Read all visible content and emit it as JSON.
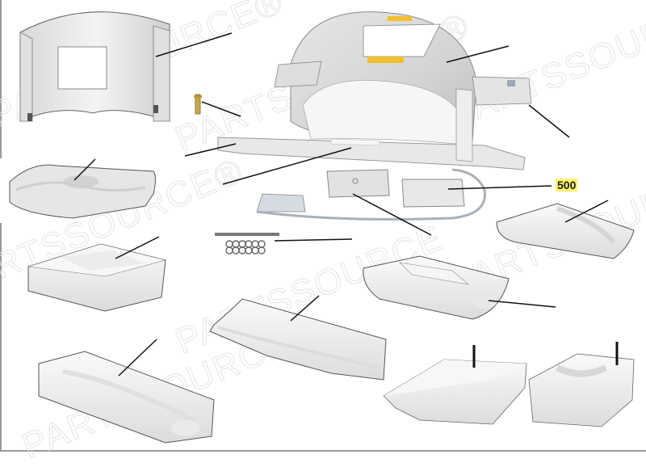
{
  "diagram": {
    "type": "exploded-parts-diagram",
    "subject": "MRI head coil assembly with positioning pads",
    "callout": {
      "label": "500",
      "highlight_color": "#fff36b"
    },
    "watermark": {
      "text": "PARTSSOURCE",
      "registered_mark": "®",
      "color": "#e4e4e4"
    },
    "colors": {
      "part_fill": "#eeeeee",
      "part_shadow": "#cfcfcf",
      "part_outline": "#555555",
      "leader_line": "#111111",
      "frame": "#9a9a9a",
      "warning_label": "#f0c030",
      "cable": "#a9b0b8",
      "pin": "#c8a848"
    },
    "parts": [
      {
        "id": "anterior-coil-shell",
        "description": "Curved anterior coil cover with window"
      },
      {
        "id": "coil-housing",
        "description": "Main head coil housing with window and warning labels"
      },
      {
        "id": "locking-pin",
        "description": "Brass locking pin"
      },
      {
        "id": "base-tray",
        "description": "Coil base tray with side rails"
      },
      {
        "id": "connector-end",
        "description": "Base connector end"
      },
      {
        "id": "side-rail",
        "description": "Base side rail"
      },
      {
        "id": "head-pillow",
        "description": "Head cushion pillow"
      },
      {
        "id": "pcb-module-left",
        "description": "Electronics module with cable"
      },
      {
        "id": "pcb-module-right",
        "description": "Electronics module",
        "callout": "500"
      },
      {
        "id": "hardware-kit",
        "description": "Rod and washer hardware kit"
      },
      {
        "id": "rect-pad",
        "description": "Rectangular foam pad"
      },
      {
        "id": "half-cylinder-pad-small",
        "description": "Small half-cylinder foam pad"
      },
      {
        "id": "half-cylinder-pad-large",
        "description": "Large half-cylinder foam pad"
      },
      {
        "id": "trough-pad-long",
        "description": "Long trough foam pad"
      },
      {
        "id": "trough-pad-short",
        "description": "Short trough foam pad with feet"
      },
      {
        "id": "wedge-pad",
        "description": "Wedge foam pad"
      },
      {
        "id": "channel-pad",
        "description": "U-channel foam pad"
      }
    ]
  }
}
